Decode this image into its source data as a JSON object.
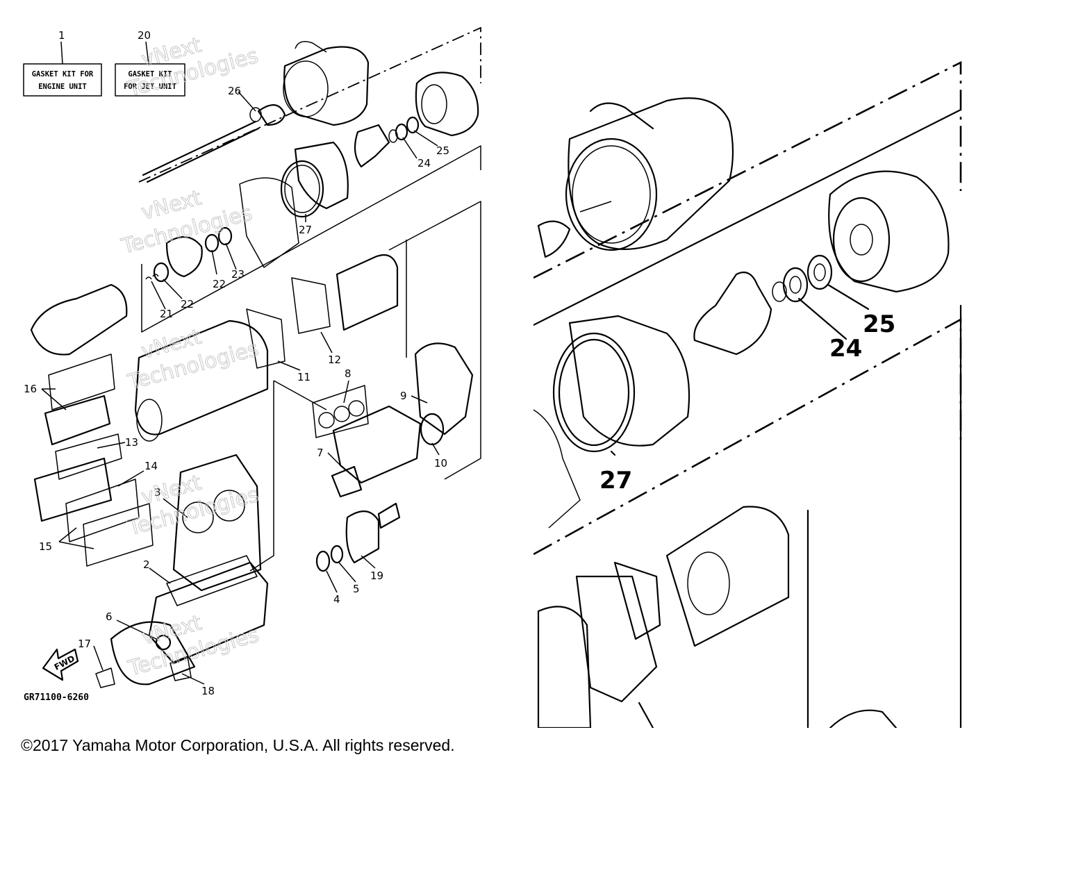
{
  "kits": [
    {
      "number": "1",
      "line1": "GASKET KIT FOR",
      "line2": "ENGINE UNIT"
    },
    {
      "number": "20",
      "line1": "GASKET KIT",
      "line2": "FOR JET UNIT"
    }
  ],
  "callouts": [
    "2",
    "3",
    "4",
    "5",
    "6",
    "7",
    "8",
    "9",
    "10",
    "11",
    "12",
    "13",
    "14",
    "15",
    "16",
    "17",
    "18",
    "19",
    "21",
    "22",
    "22",
    "23",
    "24",
    "25",
    "26",
    "27"
  ],
  "zoom_callouts": [
    "24",
    "25",
    "27"
  ],
  "fwd_label": "FWD",
  "diagram_code": "GR71100-6260",
  "watermark": {
    "line1": "vNext",
    "line2": "Technologies"
  },
  "copyright": "©2017 Yamaha Motor Corporation, U.S.A. All rights reserved."
}
